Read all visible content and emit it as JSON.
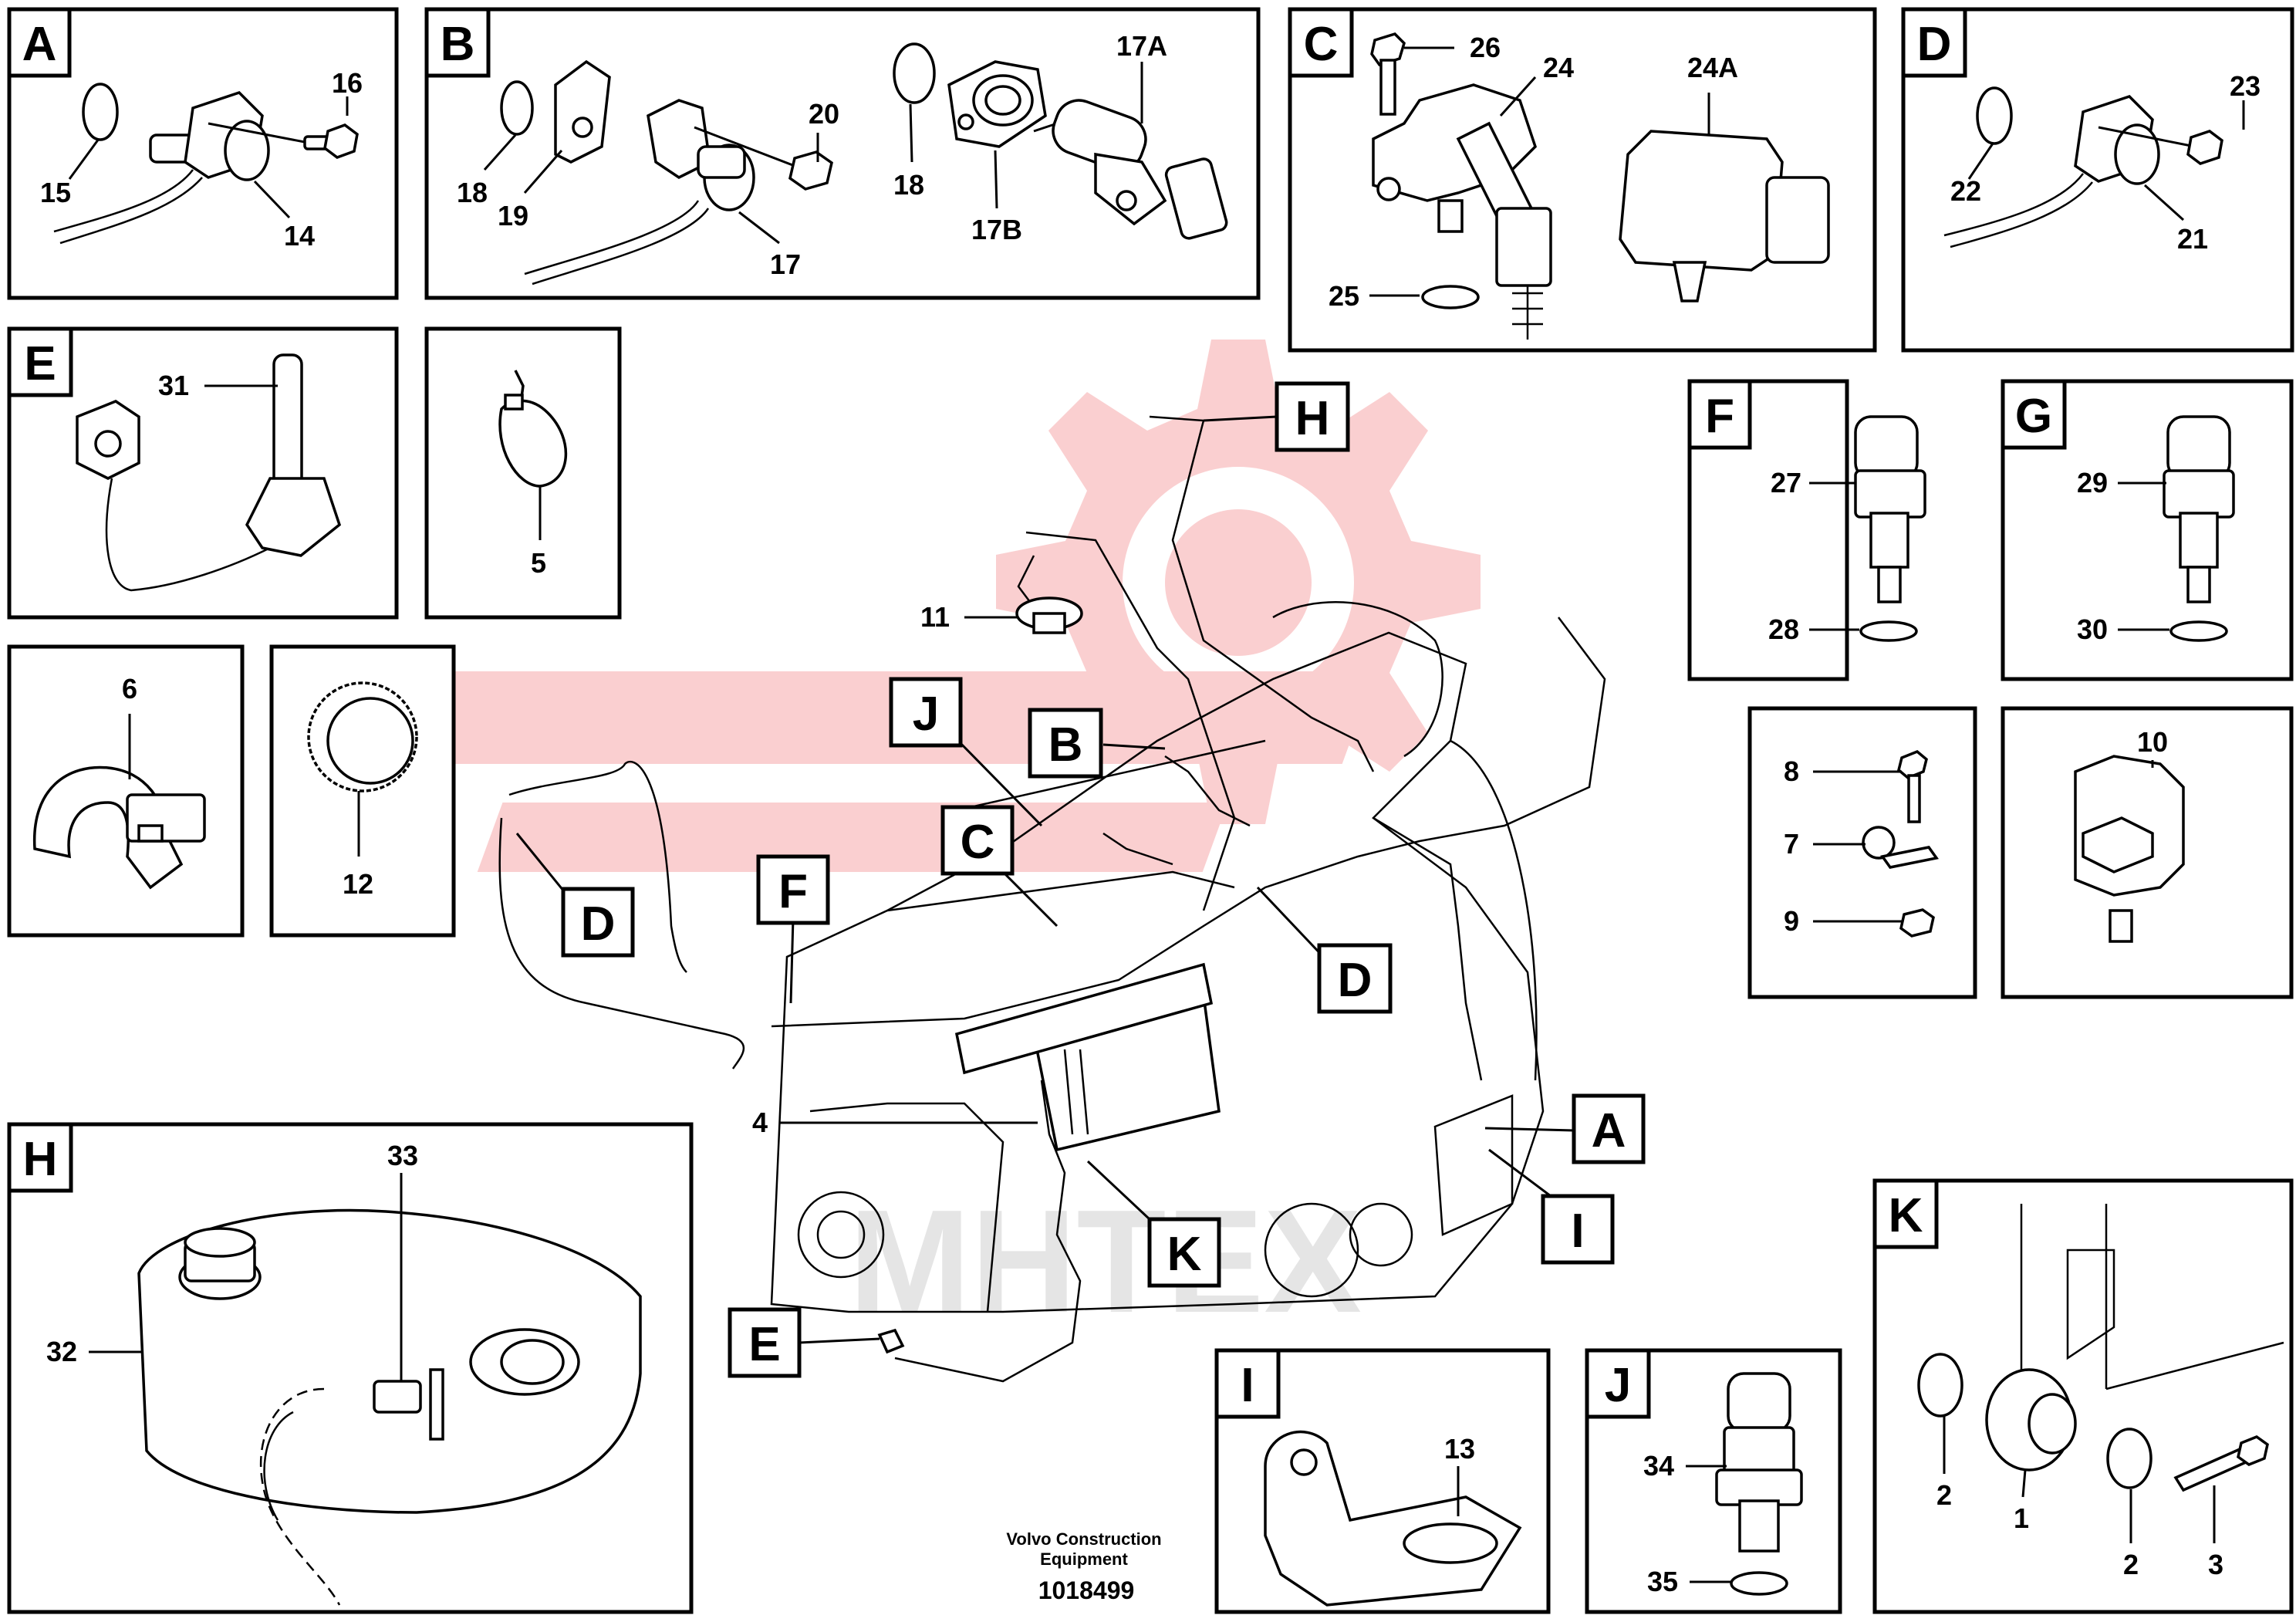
{
  "panels": [
    {
      "letter": "A",
      "labels": [
        "16",
        "15",
        "14"
      ]
    },
    {
      "letter": "B",
      "labels": [
        "20",
        "18",
        "19",
        "17",
        "18",
        "17A",
        "17B"
      ]
    },
    {
      "letter": "C",
      "labels": [
        "26",
        "24",
        "24A",
        "25"
      ]
    },
    {
      "letter": "D",
      "labels": [
        "23",
        "22",
        "21"
      ]
    },
    {
      "letter": "E",
      "labels": [
        "31"
      ]
    },
    {
      "letter": "",
      "labels": [
        "5"
      ]
    },
    {
      "letter": "",
      "labels": [
        "6"
      ]
    },
    {
      "letter": "",
      "labels": [
        "12"
      ]
    },
    {
      "letter": "F",
      "labels": [
        "27",
        "28"
      ]
    },
    {
      "letter": "G",
      "labels": [
        "29",
        "30"
      ]
    },
    {
      "letter": "",
      "labels": [
        "8",
        "7",
        "9"
      ]
    },
    {
      "letter": "",
      "labels": [
        "10"
      ]
    },
    {
      "letter": "H",
      "labels": [
        "33",
        "32"
      ]
    },
    {
      "letter": "I",
      "labels": [
        "13"
      ]
    },
    {
      "letter": "J",
      "labels": [
        "34",
        "35"
      ]
    },
    {
      "letter": "K",
      "labels": [
        "2",
        "1",
        "2",
        "3"
      ]
    }
  ],
  "main": {
    "callouts": [
      "H",
      "J",
      "B",
      "C",
      "F",
      "D",
      "D",
      "A",
      "I",
      "K",
      "E"
    ],
    "labels": [
      "11",
      "4"
    ]
  },
  "footer": {
    "brand_line1": "Volvo Construction",
    "brand_line2": "Equipment",
    "part_number": "1018499"
  },
  "watermark": {
    "text": "MHTEX",
    "color": "#e8262b"
  }
}
